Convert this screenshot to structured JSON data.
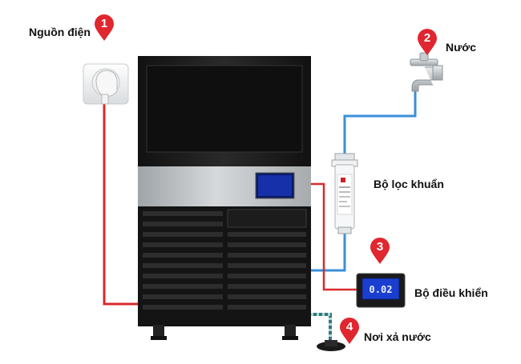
{
  "diagram": {
    "steps": [
      {
        "number": "1",
        "label": "Nguồn điện"
      },
      {
        "number": "2",
        "label": "Nước"
      },
      {
        "number": "3",
        "label": "Bộ điều khiển"
      },
      {
        "number": "4",
        "label": "Nơi xả nước"
      }
    ],
    "filter_label": "Bộ lọc khuẩn",
    "controller_display": "0.02",
    "colors": {
      "marker": "#e0262f",
      "power_line": "#d92a2a",
      "water_line": "#3a8fd8",
      "drain_line": "#7ec3d8",
      "machine_body": "#1b1b1b",
      "steel_panel": "#bfc3c6",
      "screen": "#1530a8"
    }
  }
}
